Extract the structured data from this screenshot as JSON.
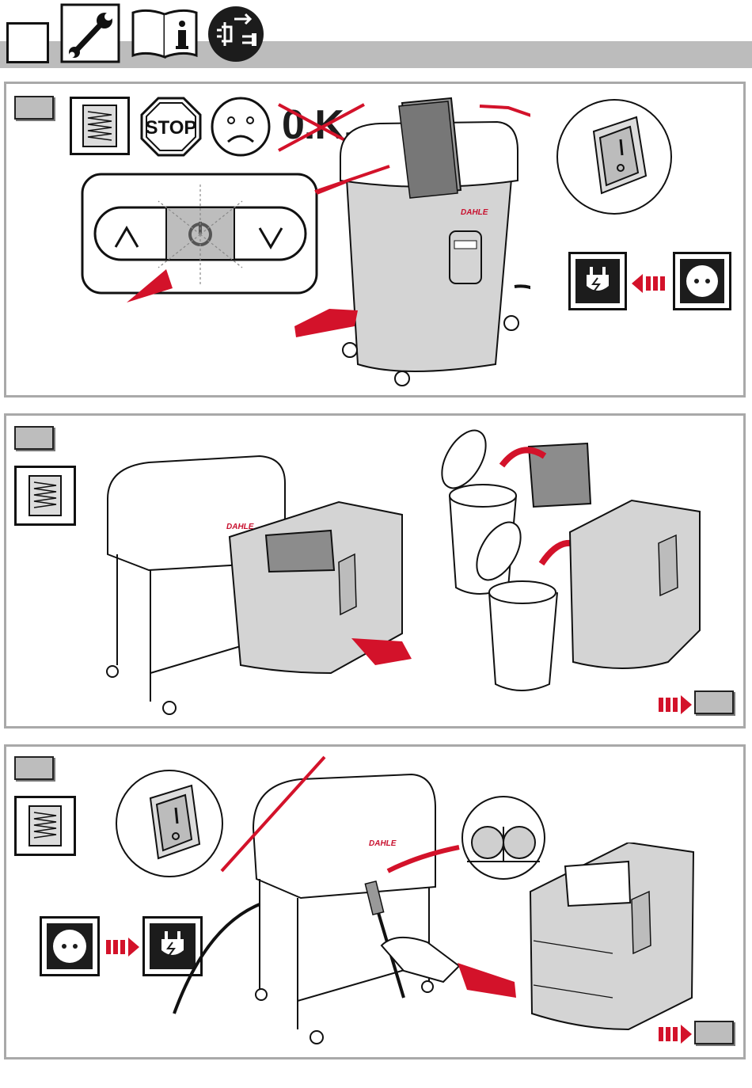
{
  "header": {
    "colors": {
      "band": "#bcbcbc",
      "accent": "#d3122a",
      "dark": "#1c1c1c"
    },
    "icons": [
      "blank-step-box",
      "wrench-icon",
      "manual-info-icon",
      "unplug-icon"
    ]
  },
  "panel1": {
    "icons": [
      "shredder-mode-icon",
      "stop-sign-icon",
      "sad-face-icon"
    ],
    "stop_label": "STOP",
    "ok_label": "0.K.",
    "brand": "DAHLE"
  },
  "panel2": {
    "brand": "DAHLE"
  },
  "panel3": {
    "brand": "DAHLE"
  }
}
